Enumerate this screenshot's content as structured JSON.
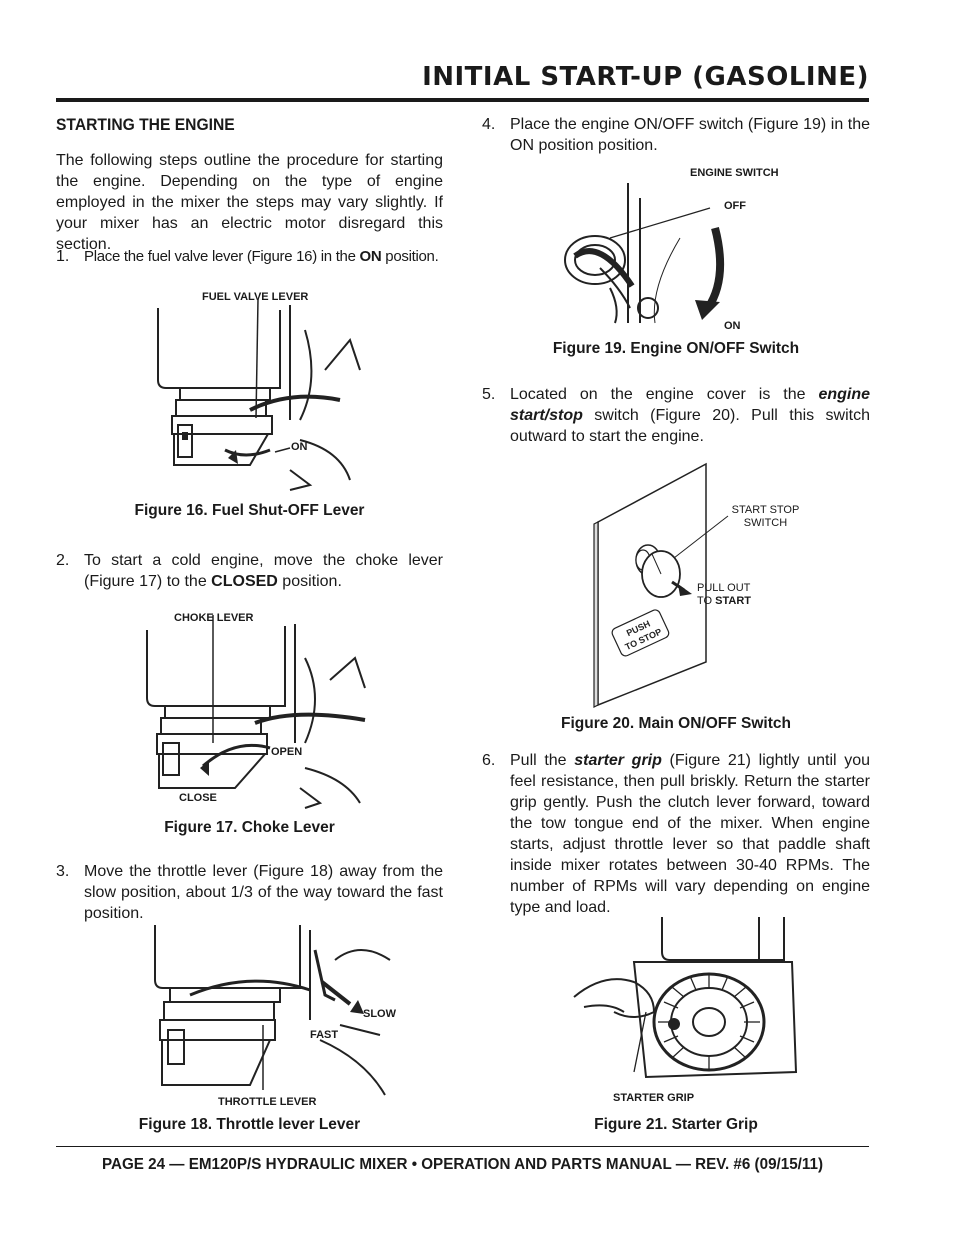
{
  "header": {
    "title": "INITIAL START-UP (GASOLINE)"
  },
  "section": {
    "heading": "STARTING THE ENGINE",
    "intro": "The following steps outline the procedure for starting the engine. Depending on the type of engine employed in the mixer the steps may vary slightly. If your mixer has an electric motor disregard this section."
  },
  "steps": [
    {
      "num": "1.",
      "before": "Place the fuel valve lever (Figure 16) in the ",
      "bold": "ON",
      "after": " position."
    },
    {
      "num": "2.",
      "before": "To start a cold engine, move the choke lever (Figure 17) to the ",
      "bold": "CLOSED",
      "after": " position."
    },
    {
      "num": "3.",
      "text": "Move the throttle lever (Figure 18) away from the slow position, about 1/3 of the way toward the fast position."
    },
    {
      "num": "4.",
      "text": "Place the engine ON/OFF switch  (Figure 19) in the ON position position."
    },
    {
      "num": "5.",
      "before": "Located on the engine cover is the ",
      "bold": "engine start/stop",
      "after": " switch (Figure 20). Pull this switch outward to start the engine."
    },
    {
      "num": "6.",
      "before": "Pull the ",
      "bold": "starter grip",
      "after": " (Figure 21) lightly until you feel resistance, then pull briskly. Return the starter grip gently. Push the clutch lever forward, toward the tow tongue end of the mixer. When engine starts, adjust throttle lever so that paddle shaft inside mixer rotates between 30-40 RPMs. The number of RPMs will vary depending on engine type and load."
    }
  ],
  "figures": {
    "fig16": {
      "caption": "Figure 16. Fuel Shut-OFF Lever",
      "label_lever": "FUEL VALVE LEVER",
      "label_on": "ON"
    },
    "fig17": {
      "caption": "Figure 17. Choke Lever",
      "label_lever": "CHOKE LEVER",
      "label_open": "OPEN",
      "label_close": "CLOSE"
    },
    "fig18": {
      "caption": "Figure 18. Throttle lever Lever",
      "label_lever": "THROTTLE LEVER",
      "label_slow": "SLOW",
      "label_fast": "FAST"
    },
    "fig19": {
      "caption": "Figure 19. Engine ON/OFF Switch",
      "label_switch": "ENGINE SWITCH",
      "label_off": "OFF",
      "label_on": "ON"
    },
    "fig20": {
      "caption": "Figure 20. Main ON/OFF Switch",
      "label_switch_1": "START STOP",
      "label_switch_2": "SWITCH",
      "label_pull_1": "PULL OUT",
      "label_pull_2a": "TO ",
      "label_pull_2b": "START",
      "label_push_1": "PUSH",
      "label_push_2": "TO STOP"
    },
    "fig21": {
      "caption": "Figure 21. Starter Grip",
      "label_grip": "STARTER GRIP"
    }
  },
  "footer": {
    "text": "PAGE 24 — EM120P/S HYDRAULIC MIXER • OPERATION AND PARTS MANUAL — REV. #6 (09/15/11)"
  }
}
